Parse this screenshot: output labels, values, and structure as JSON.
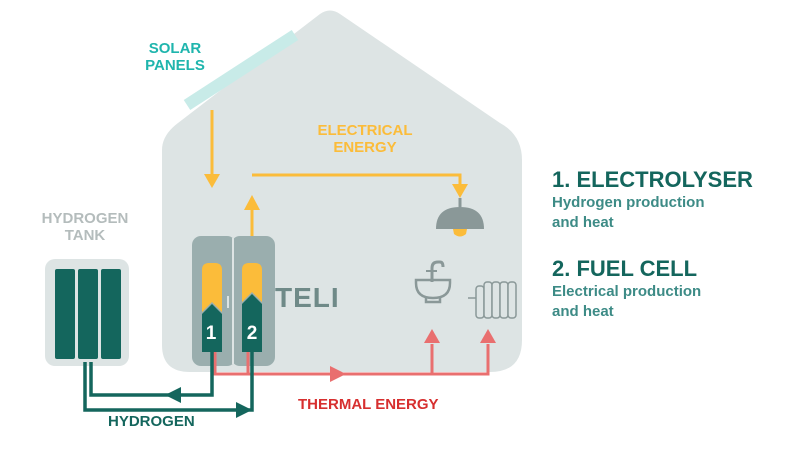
{
  "labels": {
    "solar_panels": "SOLAR\nPANELS",
    "electrical_energy": "ELECTRICAL\nENERGY",
    "hydrogen_tank": "HYDROGEN\nTANK",
    "teli": "TELI",
    "unit_1": "1",
    "unit_2": "2",
    "hydrogen": "HYDROGEN",
    "thermal_energy": "THERMAL ENERGY"
  },
  "legend": [
    {
      "title": "1. ELECTROLYSER",
      "description": "Hydrogen production\nand heat"
    },
    {
      "title": "2. FUEL CELL",
      "description": "Electrical production\nand heat"
    }
  ],
  "colors": {
    "house": "#dde4e4",
    "teli_unit": "#9aaeae",
    "dark_teal": "#14665d",
    "solar_teal": "#1fb5ad",
    "solar_panel": "#c8ebe8",
    "electrical_yellow": "#fbbc3a",
    "thermal_red": "#e96f6f",
    "thermal_label_red": "#d72f2f",
    "hydrogen_tank_label": "#b4bcbc",
    "legend_text": "#3d8b86",
    "appliance_gray": "#8a9898"
  },
  "icons": [
    "solar-panel-icon",
    "hydrogen-tank-icon",
    "lamp-icon",
    "sink-icon",
    "radiator-icon"
  ]
}
